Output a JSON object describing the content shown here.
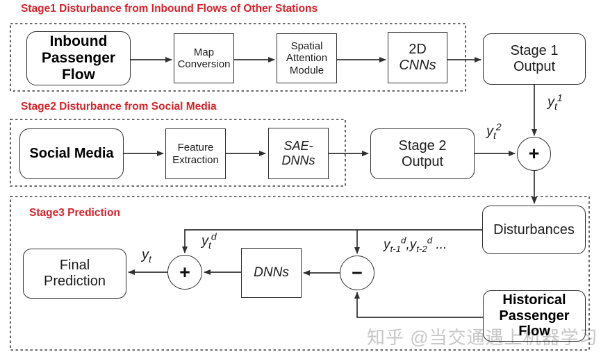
{
  "stage1": {
    "title": "Stage1 Disturbance from Inbound Flows of Other Stations",
    "nodes": {
      "inbound": [
        "Inbound",
        "Passenger",
        "Flow"
      ],
      "map_conversion": [
        "Map",
        "Conversion"
      ],
      "spatial_attention": [
        "Spatial",
        "Attention",
        "Module"
      ],
      "cnn_2d": [
        "2D",
        "CNNs"
      ],
      "output": [
        "Stage 1",
        "Output"
      ]
    }
  },
  "stage2": {
    "title": "Stage2 Disturbance from Social Media",
    "nodes": {
      "social_media": [
        "Social Media"
      ],
      "feature_extraction": [
        "Feature",
        "Extraction"
      ],
      "sae_dnns": [
        "SAE-",
        "DNNs"
      ],
      "output": [
        "Stage 2",
        "Output"
      ]
    }
  },
  "stage3": {
    "title": "Stage3 Prediction",
    "nodes": {
      "final_prediction": [
        "Final",
        "Prediction"
      ],
      "dnns": [
        "DNNs"
      ],
      "disturbances": [
        "Disturbances"
      ],
      "historical": [
        "Historical",
        "Passenger",
        "Flow"
      ]
    }
  },
  "operators": {
    "plus_stage2": "+",
    "plus_stage3": "+",
    "minus": "−"
  },
  "labels": {
    "yt1": {
      "base": "y",
      "sub": "t",
      "sup": "1"
    },
    "yt2": {
      "base": "y",
      "sub": "t",
      "sup": "2"
    },
    "ytd": {
      "base": "y",
      "sub": "t",
      "sup": "d"
    },
    "yt": {
      "base": "y",
      "sub": "t"
    },
    "hist": {
      "b1": "y",
      "s1": "t-1",
      "p1": "d",
      "sep": ",",
      "b2": "y",
      "s2": "t-2",
      "p2": "d",
      "dots": " ..."
    }
  },
  "watermark": "知乎 @当交通遇上机器学习",
  "colors": {
    "title_red": "#d6232b",
    "line": "#303030",
    "watermark_gray": "#c7c7c7"
  }
}
